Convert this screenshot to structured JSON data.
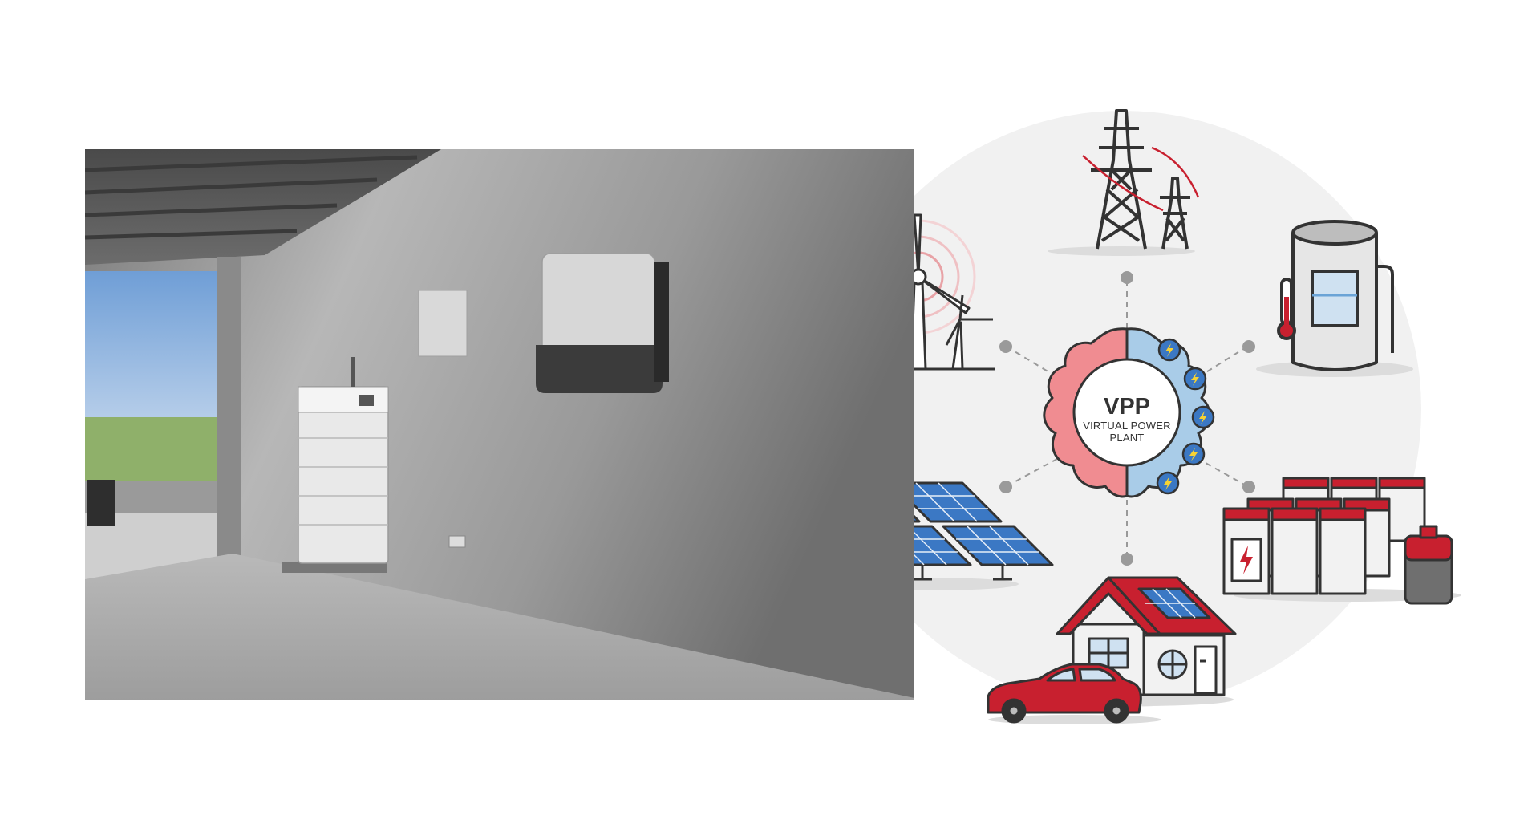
{
  "vpp": {
    "title": "VPP",
    "subtitle_line1": "VIRTUAL POWER",
    "subtitle_line2": "PLANT"
  },
  "colors": {
    "brain_pink": "#f08c91",
    "brain_blue": "#a9cce8",
    "accent_red": "#c8202f",
    "outline": "#333333",
    "panel_blue": "#3b78c4",
    "garage_wall": "#8e8e8e",
    "connector_grey": "#999999"
  },
  "icons": [
    "garage-photo",
    "transmission-tower-icon",
    "wind-turbine-icon",
    "water-heater-icon",
    "solar-panel-icon",
    "battery-icon",
    "house-icon",
    "electric-car-icon",
    "lightning-bolt-icon"
  ]
}
